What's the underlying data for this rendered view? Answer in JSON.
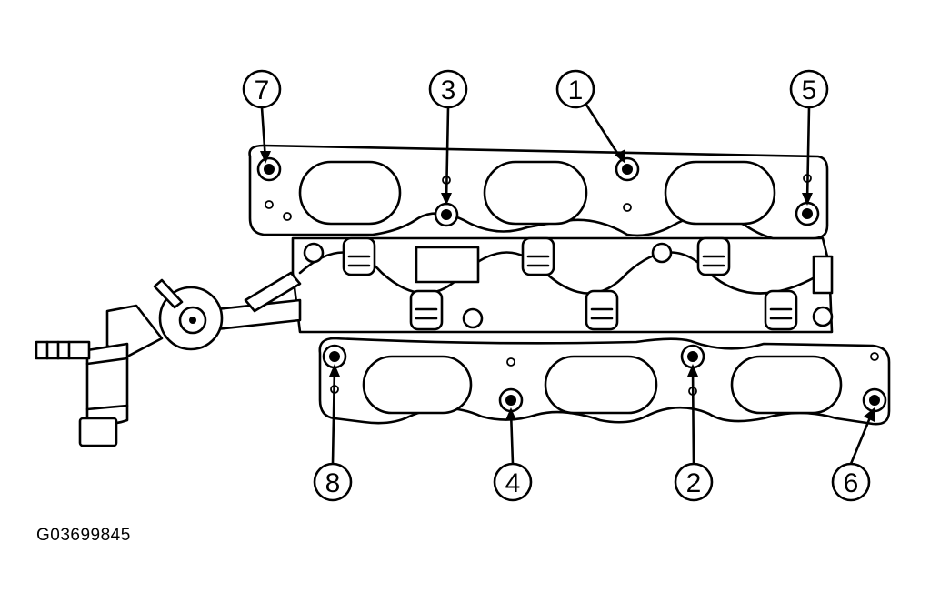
{
  "figure_id": "G03699845",
  "callouts": {
    "c1": "1",
    "c2": "2",
    "c3": "3",
    "c4": "4",
    "c5": "5",
    "c6": "6",
    "c7": "7",
    "c8": "8"
  }
}
